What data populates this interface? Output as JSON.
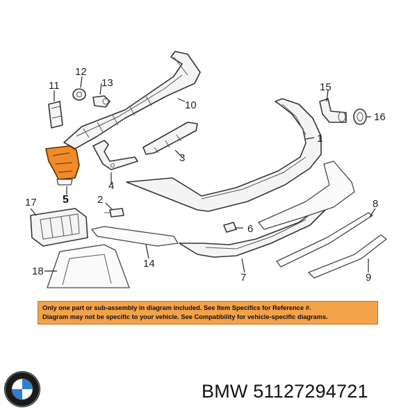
{
  "callouts": {
    "c1": "1",
    "c2": "2",
    "c3": "3",
    "c4": "4",
    "c5": "5",
    "c6": "6",
    "c7": "7",
    "c8": "8",
    "c9": "9",
    "c10": "10",
    "c11": "11",
    "c12": "12",
    "c13": "13",
    "c14": "14",
    "c15": "15",
    "c16": "16",
    "c17": "17",
    "c18": "18"
  },
  "notice": {
    "line1": "Only one part or sub-assembly in diagram included. See Item Specifics for Reference #.",
    "line2": "Diagram may not be specific to your vehicle. See Compatibility for vehicle-specific diagrams."
  },
  "caption": {
    "brand": "BMW",
    "part_number": "51127294721"
  },
  "colors": {
    "highlight": "#f08a2a",
    "notice_background": "#f3a24a"
  },
  "logo": {
    "icon": "bmw-roundel-icon"
  }
}
